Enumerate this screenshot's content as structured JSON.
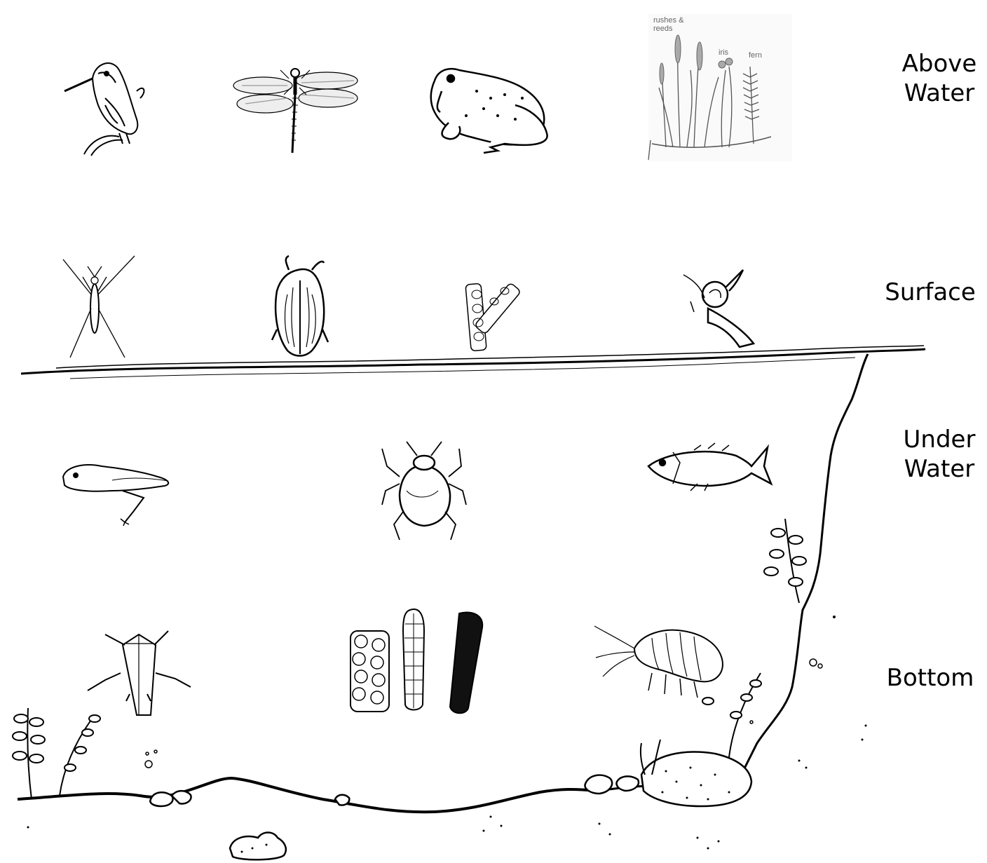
{
  "zones": {
    "above_water": {
      "line1": "Above",
      "line2": "Water"
    },
    "surface": "Surface",
    "under_water": {
      "line1": "Under",
      "line2": "Water"
    },
    "bottom": "Bottom"
  },
  "plant_labels": {
    "rushes": "rushes &",
    "reeds": "reeds",
    "iris": "iris",
    "fern": "fern"
  },
  "icons": {
    "above_water": [
      "kingfisher-icon",
      "dragonfly-icon",
      "frog-icon",
      "rushes-reeds-icon"
    ],
    "surface": [
      "pond-skater-icon",
      "whirligig-beetle-icon",
      "caddis-case-icon",
      "pond-snail-icon"
    ],
    "under_water": [
      "tadpole-icon",
      "diving-beetle-icon",
      "stickleback-fish-icon"
    ],
    "bottom": [
      "water-boatman-icon",
      "caddis-larva-cases-icon",
      "freshwater-shrimp-icon"
    ]
  }
}
